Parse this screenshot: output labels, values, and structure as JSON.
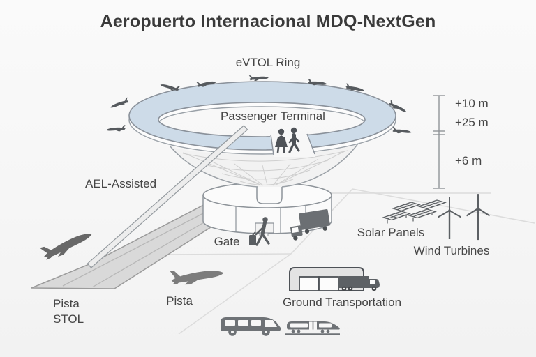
{
  "title": "Aeropuerto Internacional MDQ-NextGen",
  "labels": {
    "evtol_ring": "eVTOL Ring",
    "passenger_terminal": "Passenger Terminal",
    "ael_assisted": "AEL-Assisted",
    "gate": "Gate",
    "pista_stol_line1": "Pista",
    "pista_stol_line2": "STOL",
    "pista": "Pista",
    "solar_panels": "Solar Panels",
    "wind_turbines": "Wind Turbines",
    "ground_transportation": "Ground Transportation"
  },
  "measurements": {
    "ring_offset": "+10 m",
    "terminal_height": "+25 m",
    "base_height": "+6 m"
  },
  "icons": {
    "evtol_aircraft": "evtol-aircraft-icon",
    "passengers": "passenger-icons",
    "walking_passenger": "walking-passenger-icon",
    "gate_truck": "gate-truck-icon",
    "stol_airplane": "stol-airplane-icon",
    "airplane": "airplane-icon",
    "warehouse": "warehouse-icon",
    "cargo_truck": "cargo-truck-icon",
    "bus": "bus-icon",
    "tram": "tram-icon",
    "solar_panels": "solar-panels-icon",
    "wind_turbine": "wind-turbine-icon"
  },
  "colors": {
    "ring_deck": "#cddbe8",
    "outline_gray": "#8a919a",
    "icon_dark": "#5d6165",
    "text": "#454545",
    "background": "#f7f7f7"
  }
}
